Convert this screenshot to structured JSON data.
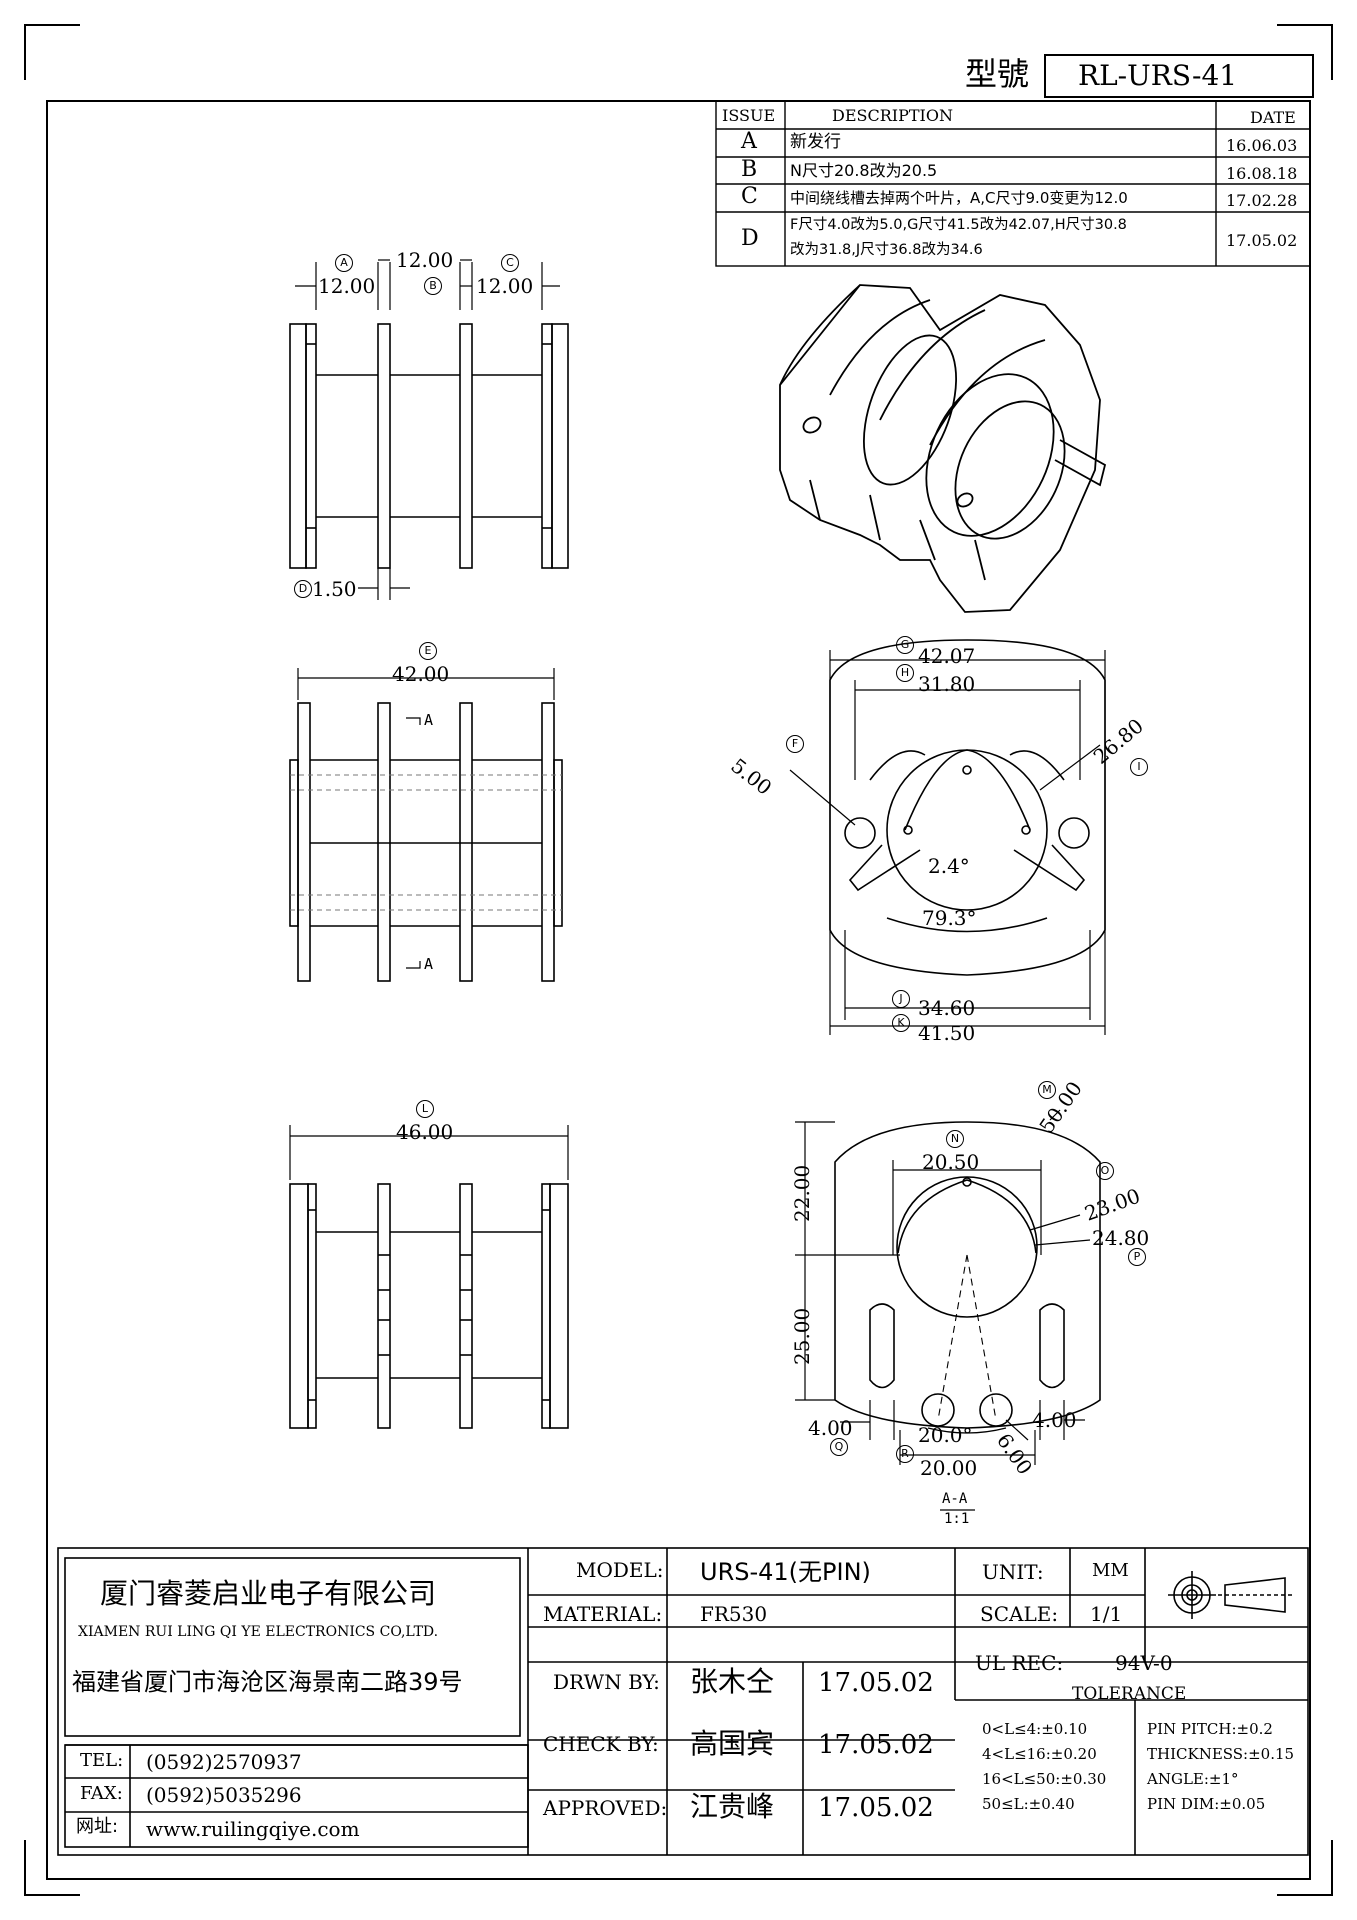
{
  "header": {
    "model_label": "型號",
    "model_no": "RL-URS-41"
  },
  "revision_table": {
    "headers": [
      "ISSUE",
      "DESCRIPTION",
      "DATE"
    ],
    "rows": [
      {
        "issue": "A",
        "desc": "新发行",
        "date": "16.06.03"
      },
      {
        "issue": "B",
        "desc": "N尺寸20.8改为20.5",
        "date": "16.08.18"
      },
      {
        "issue": "C",
        "desc": "中间绕线槽去掉两个叶片，A,C尺寸9.0变更为12.0",
        "date": "17.02.28"
      },
      {
        "issue": "D",
        "desc": "F尺寸4.0改为5.0,G尺寸41.5改为42.07,H尺寸30.8",
        "desc2": "改为31.8,J尺寸36.8改为34.6",
        "date": "17.05.02"
      }
    ]
  },
  "dims": {
    "A": "12.00",
    "B": "12.00",
    "C": "12.00",
    "D": "1.50",
    "E": "42.00",
    "L": "46.00",
    "G": "42.07",
    "H": "31.80",
    "F": "5.00",
    "I": "26.80",
    "angle_small": "2.4°",
    "angle_large": "79.3°",
    "J": "34.60",
    "K": "41.50",
    "M": "50.00",
    "N": "20.50",
    "O": "23.00",
    "P": "24.80",
    "top_h": "22.00",
    "bot_h": "25.00",
    "Q": "4.00",
    "Q_r": "4.00",
    "angle_pin": "20.0°",
    "pin_d": "6.00",
    "R": "20.00",
    "section_mark": "A",
    "section_label": "A-A",
    "section_scale": "1:1"
  },
  "balloons": [
    "A",
    "B",
    "C",
    "D",
    "E",
    "F",
    "G",
    "H",
    "I",
    "J",
    "K",
    "L",
    "M",
    "N",
    "O",
    "P",
    "Q",
    "R"
  ],
  "title_block": {
    "company_cn": "厦门睿菱启业电子有限公司",
    "company_en": "XIAMEN RUI LING QI YE ELECTRONICS CO,LTD.",
    "address": "福建省厦门市海沧区海景南二路39号",
    "tel_label": "TEL:",
    "tel": "(0592)2570937",
    "fax_label": "FAX:",
    "fax": "(0592)5035296",
    "web_label": "网址:",
    "web": "www.ruilingqiye.com",
    "model_label": "MODEL:",
    "model": "URS-41(无PIN)",
    "material_label": "MATERIAL:",
    "material": "FR530",
    "drawn_label": "DRWN BY:",
    "drawn_by": "张木仝",
    "drawn_date": "17.05.02",
    "check_label": "CHECK BY:",
    "check_by": "高国宾",
    "check_date": "17.05.02",
    "approved_label": "APPROVED:",
    "approved_by": "江贵峰",
    "approved_date": "17.05.02",
    "unit_label": "UNIT:",
    "unit": "MM",
    "scale_label": "SCALE:",
    "scale": "1/1",
    "ul_label": "UL REC:",
    "ul": "94V-0",
    "tolerance_label": "TOLERANCE",
    "tol_1": "0<L≤4:±0.10",
    "tol_2": "4<L≤16:±0.20",
    "tol_3": "16<L≤50:±0.30",
    "tol_4": "50≤L:±0.40",
    "tol_5": "PIN PITCH:±0.2",
    "tol_6": "THICKNESS:±0.15",
    "tol_7": "ANGLE:±1°",
    "tol_8": "PIN DIM:±0.05"
  }
}
